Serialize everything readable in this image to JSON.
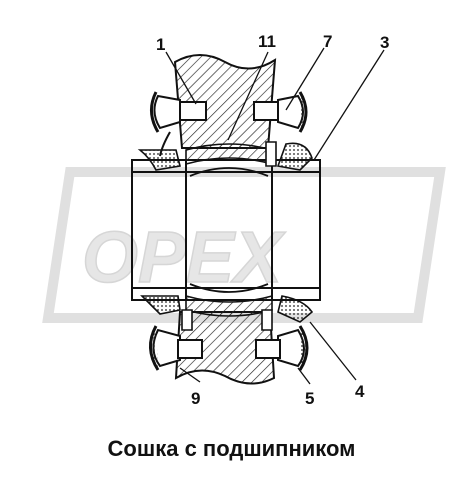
{
  "caption": "Сошка с подшипником",
  "watermark": "OPEX",
  "callouts": {
    "c1": "1",
    "c11": "11",
    "c7": "7",
    "c3": "3",
    "c9": "9",
    "c5": "5",
    "c4": "4"
  },
  "colors": {
    "line": "#111111",
    "hatch": "#222222",
    "watermark": "#e4e4e4"
  }
}
